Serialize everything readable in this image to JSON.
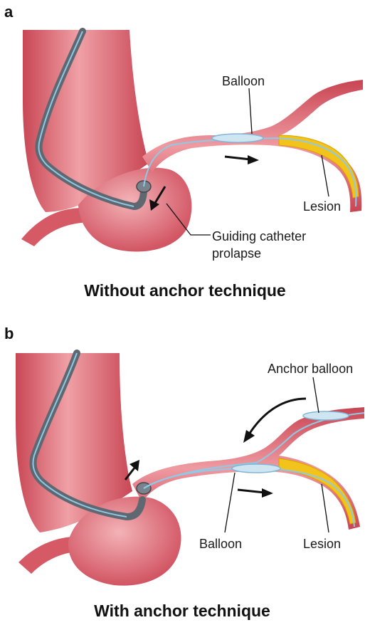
{
  "panels": [
    {
      "letter": "a",
      "caption": "Without anchor technique",
      "labels": {
        "balloon": "Balloon",
        "lesion": "Lesion",
        "prolapse_line1": "Guiding catheter",
        "prolapse_line2": "prolapse"
      }
    },
    {
      "letter": "b",
      "caption": "With anchor technique",
      "labels": {
        "anchor_balloon": "Anchor balloon",
        "balloon": "Balloon",
        "lesion": "Lesion"
      }
    }
  ],
  "colors": {
    "vessel": "#d95a66",
    "vessel_light": "#f2a7ab",
    "vessel_dark": "#b8404d",
    "catheter": "#5f6770",
    "wire": "#8ecae6",
    "plaque": "#f2c31b",
    "plaque_dark": "#e0a400"
  }
}
